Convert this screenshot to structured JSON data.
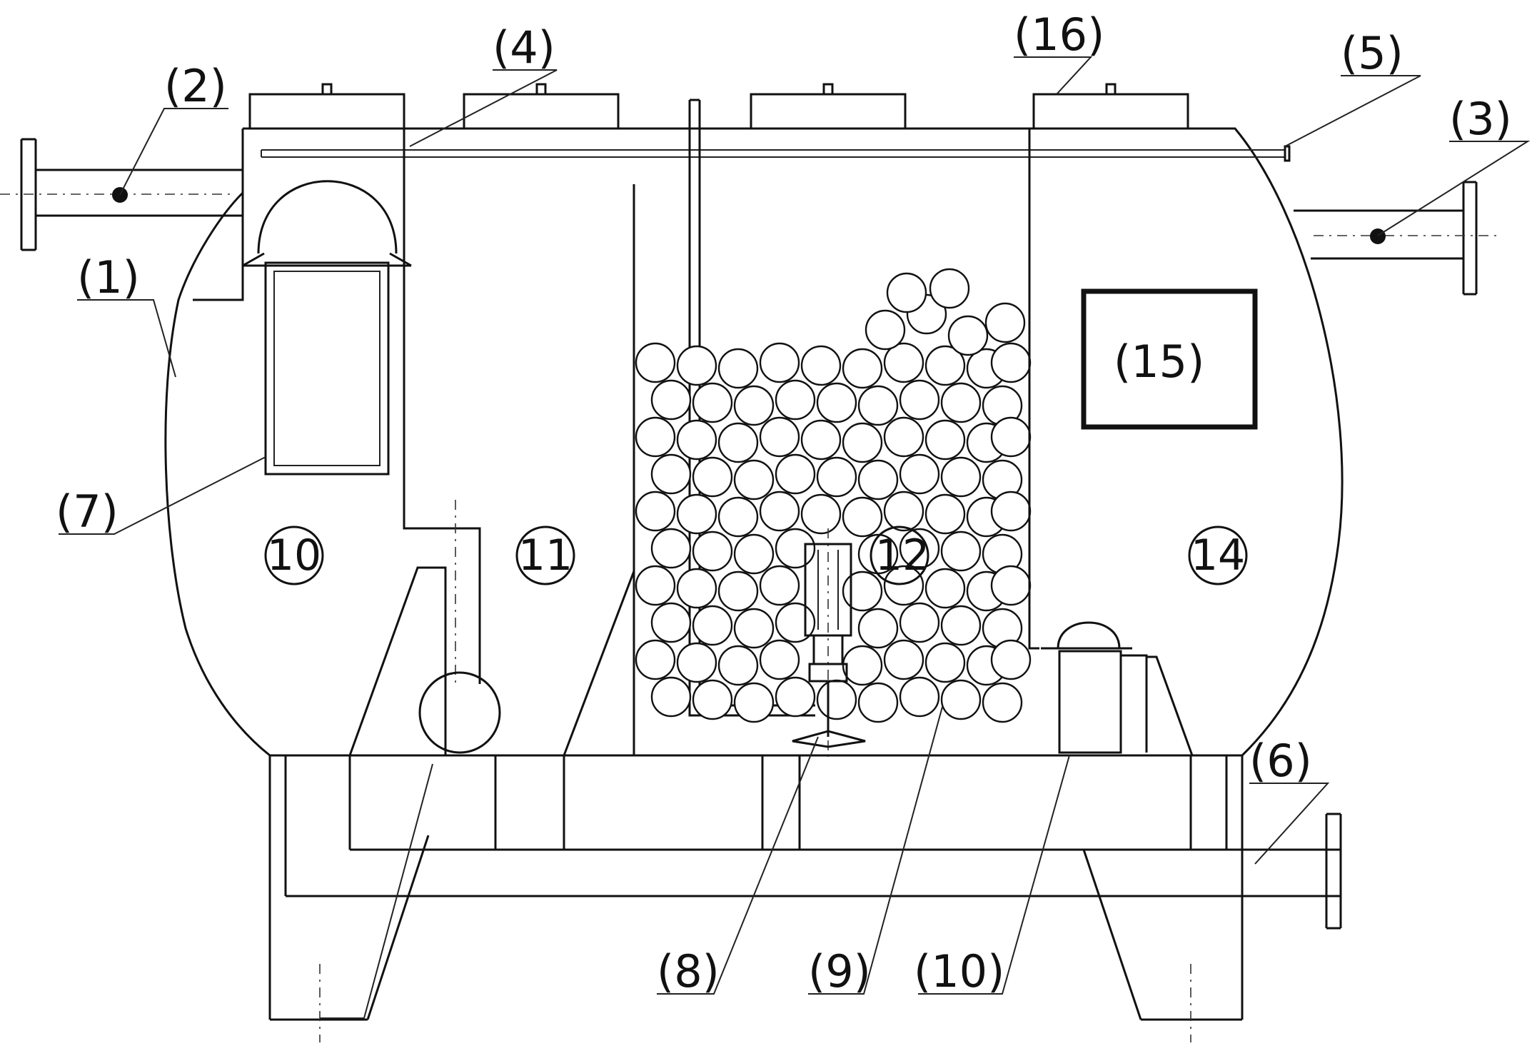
{
  "labels": {
    "l1": "(1)",
    "l2": "(2)",
    "l3": "(3)",
    "l4": "(4)",
    "l5": "(5)",
    "l6": "(6)",
    "l7": "(7)",
    "l8": "(8)",
    "l9": "(9)",
    "l10": "(10)",
    "l15": "(15)",
    "l16": "(16)"
  },
  "chambers": {
    "c10": "10",
    "c11": "11",
    "c12": "12",
    "c14": "14"
  }
}
